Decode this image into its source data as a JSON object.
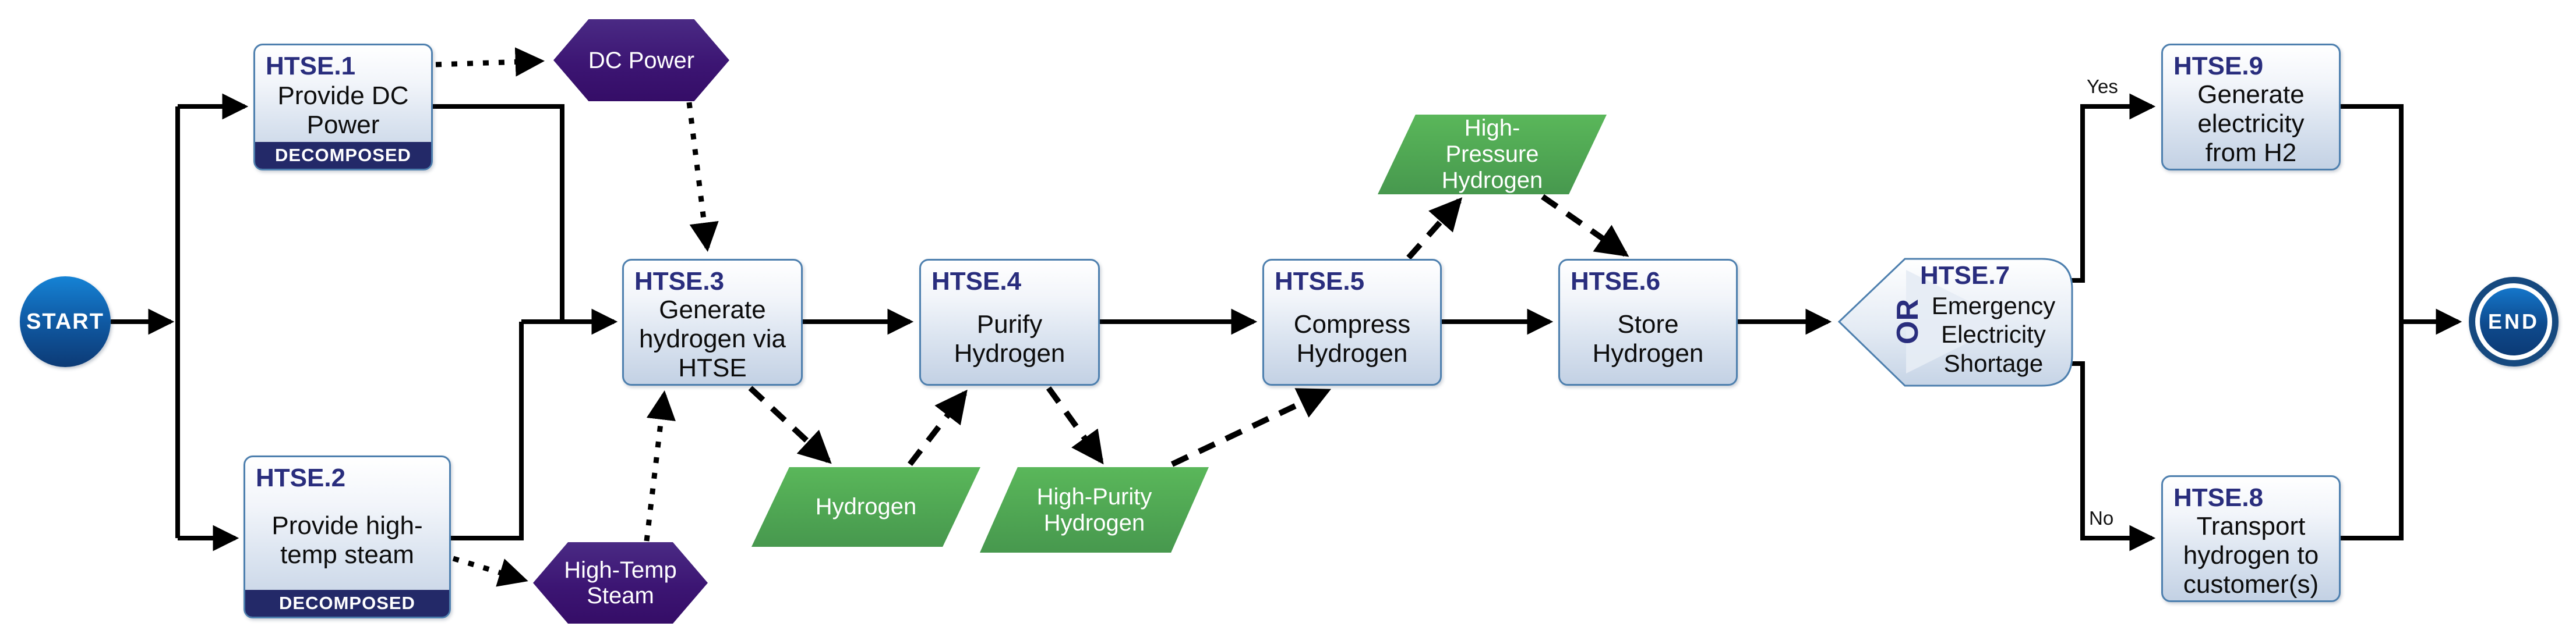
{
  "diagram": {
    "start_label": "START",
    "end_label": "END",
    "yes_label": "Yes",
    "no_label": "No",
    "decomposed_label": "DECOMPOSED"
  },
  "nodes": {
    "htse1": {
      "id": "HTSE.1",
      "label": "Provide DC Power",
      "badge": "DECOMPOSED"
    },
    "htse2": {
      "id": "HTSE.2",
      "label": "Provide high-temp steam",
      "badge": "DECOMPOSED"
    },
    "htse3": {
      "id": "HTSE.3",
      "label": "Generate hydrogen via HTSE"
    },
    "htse4": {
      "id": "HTSE.4",
      "label": "Purify Hydrogen"
    },
    "htse5": {
      "id": "HTSE.5",
      "label": "Compress Hydrogen"
    },
    "htse6": {
      "id": "HTSE.6",
      "label": "Store Hydrogen"
    },
    "htse7": {
      "id": "HTSE.7",
      "label": "Emergency Electricity Shortage",
      "operator": "OR"
    },
    "htse8": {
      "id": "HTSE.8",
      "label": "Transport hydrogen to customer(s)"
    },
    "htse9": {
      "id": "HTSE.9",
      "label": "Generate electricity from H2"
    }
  },
  "resources": {
    "dc_power": {
      "label": "DC Power"
    },
    "high_temp_steam": {
      "label": "High-Temp Steam"
    },
    "hydrogen": {
      "label": "Hydrogen"
    },
    "high_purity_hydrogen": {
      "label": "High-Purity Hydrogen"
    },
    "high_pressure_hydrogen": {
      "label": "High-Pressure Hydrogen"
    }
  },
  "colors": {
    "box_border": "#4d7fae",
    "box_title": "#292d7d",
    "badge_bg": "#232968",
    "resource_purple": "#3c1573",
    "resource_green": "#4fa653",
    "terminator_blue": "#0c3a75",
    "flow_line": "#000000"
  }
}
